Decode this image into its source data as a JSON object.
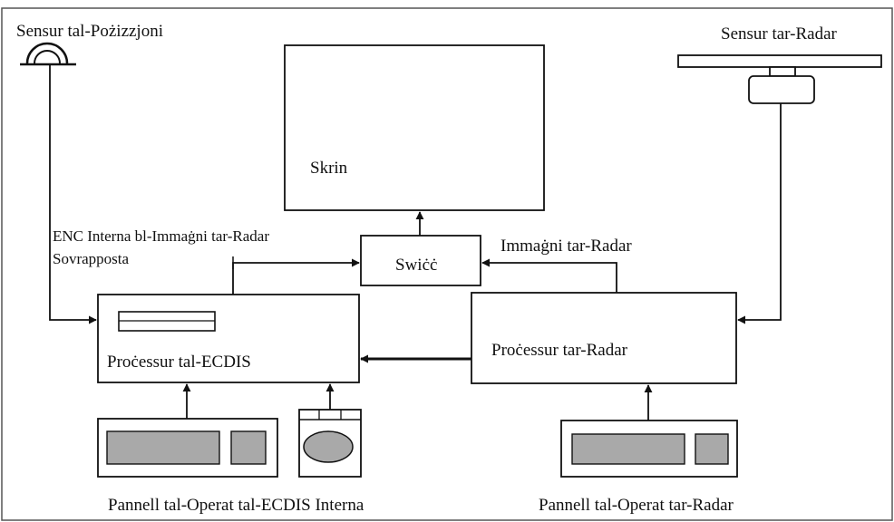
{
  "labels": {
    "position_sensor": "Sensur tal-Pożizzjoni",
    "radar_sensor": "Sensur tar-Radar",
    "screen": "Skrin",
    "switch": "Swiċċ",
    "enc_overlay_line1": "ENC Interna bl-Immaġni tar-Radar",
    "enc_overlay_line2": "Sovrapposta",
    "radar_image": "Immaġni tar-Radar",
    "ecdis_processor": "Proċessur tal-ECDIS",
    "radar_processor": "Proċessur tar-Radar",
    "ecdis_panel": "Pannell tal-Operat tal-ECDIS Interna",
    "radar_panel": "Pannell tal-Operat tar-Radar"
  },
  "colors": {
    "line": "#111111",
    "panel_fill": "#a9a9a9",
    "background": "#ffffff"
  }
}
